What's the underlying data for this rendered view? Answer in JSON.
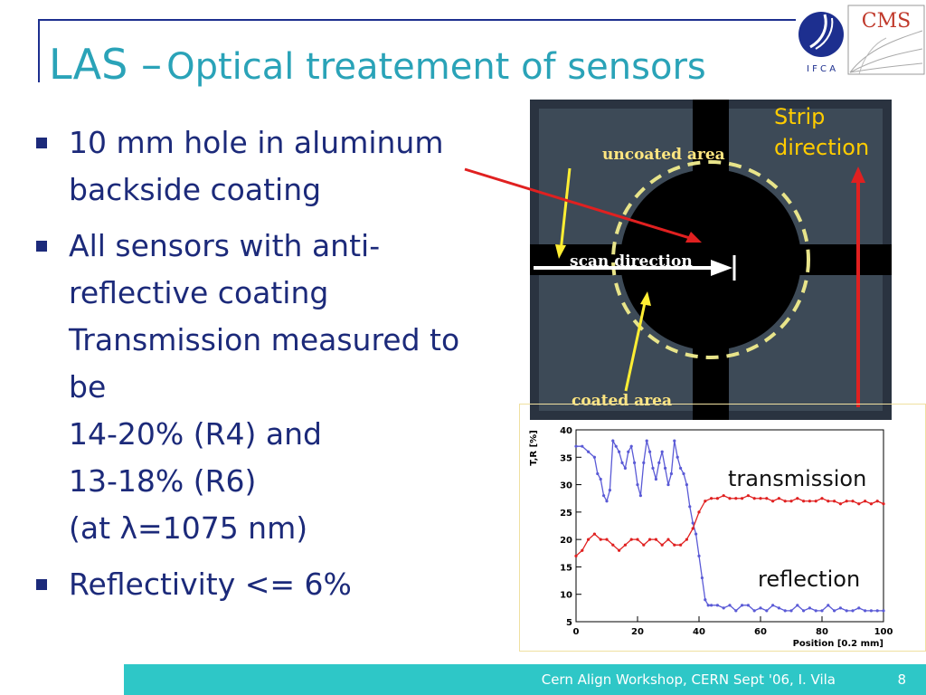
{
  "title": {
    "main": "LAS –",
    "sub": "Optical treatement of sensors"
  },
  "logos": {
    "cms": "CMS",
    "ifca": "I F C A"
  },
  "bullets": [
    {
      "lines": [
        "10 mm hole in aluminum",
        "backside coating"
      ]
    },
    {
      "lines": [
        "All sensors with anti-",
        "reflective coating",
        "Transmission measured to",
        "be",
        "14-20% (R4) and",
        "13-18% (R6)",
        "(at λ=1075 nm)"
      ]
    },
    {
      "lines": [
        "Reflectivity <= 6%"
      ]
    }
  ],
  "photo": {
    "uncoated": "uncoated area",
    "scan": "scan direction",
    "coated": "coated area",
    "strip_line1": "Strip",
    "strip_line2": "direction"
  },
  "plot_labels": {
    "transmission": "transmission",
    "reflection": "reflection"
  },
  "chart_data": {
    "type": "line",
    "ylabel": "T,R [%]",
    "xlabel": "Position [0.2 mm]",
    "xlim": [
      0,
      100
    ],
    "ylim": [
      5,
      40
    ],
    "xticks": [
      0,
      20,
      40,
      60,
      80,
      100
    ],
    "yticks": [
      5,
      10,
      15,
      20,
      25,
      30,
      35,
      40
    ],
    "series": [
      {
        "name": "transmission",
        "color": "#5a5ad6",
        "x": [
          0,
          2,
          4,
          6,
          7,
          8,
          9,
          10,
          11,
          12,
          13,
          14,
          15,
          16,
          17,
          18,
          19,
          20,
          21,
          22,
          23,
          24,
          25,
          26,
          27,
          28,
          29,
          30,
          31,
          32,
          33,
          34,
          35,
          36,
          37,
          38,
          39,
          40,
          41,
          42,
          43,
          44,
          46,
          48,
          50,
          52,
          54,
          56,
          58,
          60,
          62,
          64,
          66,
          68,
          70,
          72,
          74,
          76,
          78,
          80,
          82,
          84,
          86,
          88,
          90,
          92,
          94,
          96,
          98,
          100
        ],
        "y": [
          37,
          37,
          36,
          35,
          32,
          31,
          28,
          27,
          29,
          38,
          37,
          36,
          34,
          33,
          36,
          37,
          34,
          30,
          28,
          34,
          38,
          36,
          33,
          31,
          34,
          36,
          33,
          30,
          32,
          38,
          35,
          33,
          32,
          30,
          26,
          23,
          21,
          17,
          13,
          9,
          8,
          8,
          8,
          7.5,
          8,
          7,
          8,
          8,
          7,
          7.5,
          7,
          8,
          7.5,
          7,
          7,
          8,
          7,
          7.5,
          7,
          7,
          8,
          7,
          7.5,
          7,
          7,
          7.5,
          7,
          7,
          7,
          7
        ]
      },
      {
        "name": "reflection",
        "color": "#e02020",
        "x": [
          0,
          2,
          4,
          6,
          8,
          10,
          12,
          14,
          16,
          18,
          20,
          22,
          24,
          26,
          28,
          30,
          32,
          34,
          36,
          38,
          40,
          42,
          44,
          46,
          48,
          50,
          52,
          54,
          56,
          58,
          60,
          62,
          64,
          66,
          68,
          70,
          72,
          74,
          76,
          78,
          80,
          82,
          84,
          86,
          88,
          90,
          92,
          94,
          96,
          98,
          100
        ],
        "y": [
          17,
          18,
          20,
          21,
          20,
          20,
          19,
          18,
          19,
          20,
          20,
          19,
          20,
          20,
          19,
          20,
          19,
          19,
          20,
          22,
          25,
          27,
          27.5,
          27.5,
          28,
          27.5,
          27.5,
          27.5,
          28,
          27.5,
          27.5,
          27.5,
          27,
          27.5,
          27,
          27,
          27.5,
          27,
          27,
          27,
          27.5,
          27,
          27,
          26.5,
          27,
          27,
          26.5,
          27,
          26.5,
          27,
          26.5
        ]
      }
    ]
  },
  "footer": {
    "text": "Cern Align Workshop, CERN Sept '06,   I. Vila",
    "page": "8"
  }
}
